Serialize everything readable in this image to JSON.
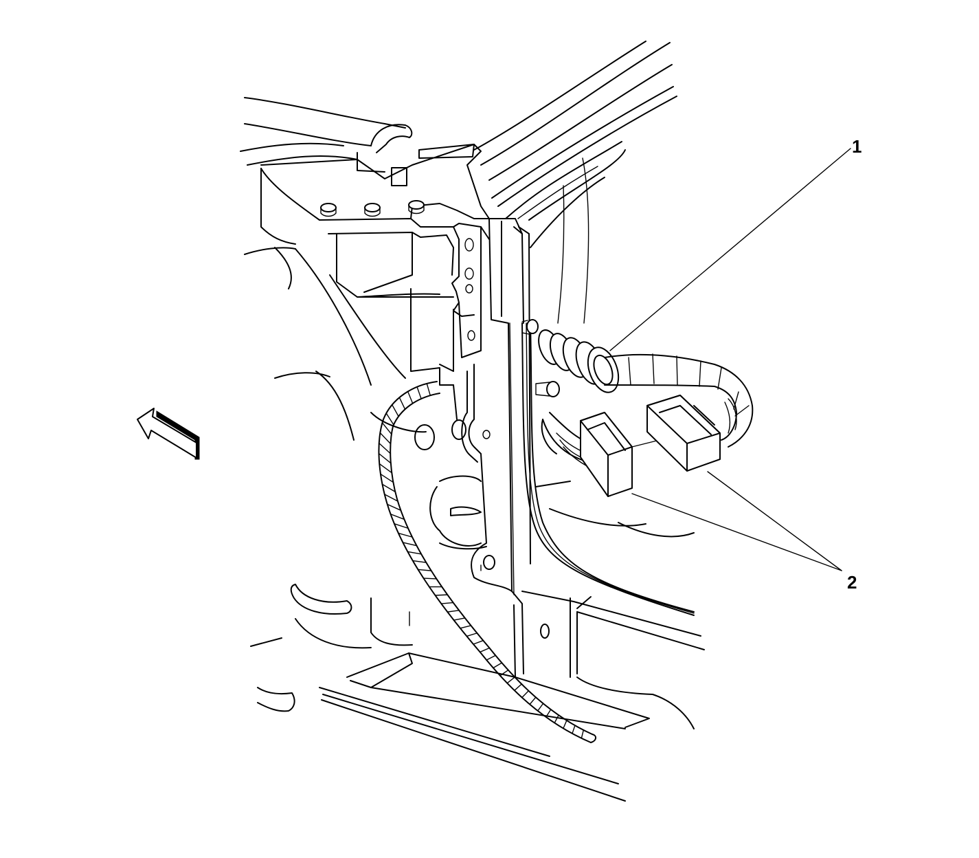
{
  "callouts": [
    {
      "id": "1",
      "label": "1"
    },
    {
      "id": "2",
      "label": "2"
    }
  ],
  "icons": {
    "view_direction": "view-direction-arrow-icon"
  },
  "colors": {
    "line": "#000000",
    "background": "#ffffff"
  }
}
